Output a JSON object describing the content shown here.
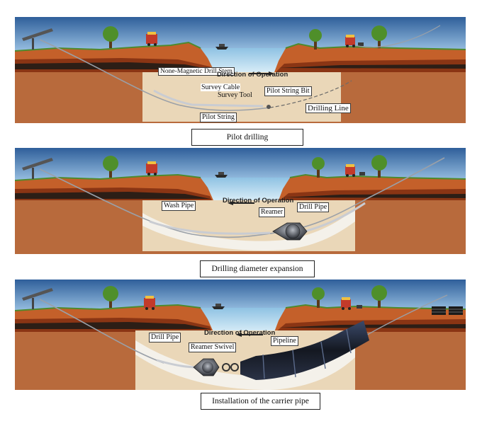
{
  "colors": {
    "sky": "#3e6fa8",
    "soil_top": "#c05a24",
    "soil_mid": "#8a3514",
    "soil_dark": "#2c1e16",
    "soil_low": "#b06a3a",
    "work": "#ead7b8",
    "water": "#a6cfe8",
    "grass": "#4d8a2e",
    "pipe": "#20232e"
  },
  "panels": [
    {
      "caption": "Pilot drilling",
      "labels": {
        "none_magnetic_drill_stem": "None-Magnetic Drill Stem",
        "direction": "Direction of Operation",
        "survey_cable": "Survey Cable",
        "survey_tool": "Survey Tool",
        "pilot_string_bit": "Pilot String Bit",
        "drilling_line": "Drilling Line",
        "pilot_string": "Pilot String"
      }
    },
    {
      "caption": "Drilling diameter expansion",
      "labels": {
        "wash_pipe": "Wash Pipe",
        "direction": "Direction of Operation",
        "reamer": "Reamer",
        "drill_pipe": "Drill Pipe"
      }
    },
    {
      "caption": "Installation of the carrier pipe",
      "labels": {
        "drill_pipe": "Drill Pipe",
        "direction": "Direction of Operation",
        "reamer_swivel": "Reamer Swivel",
        "pipeline": "Pipeline"
      }
    }
  ]
}
